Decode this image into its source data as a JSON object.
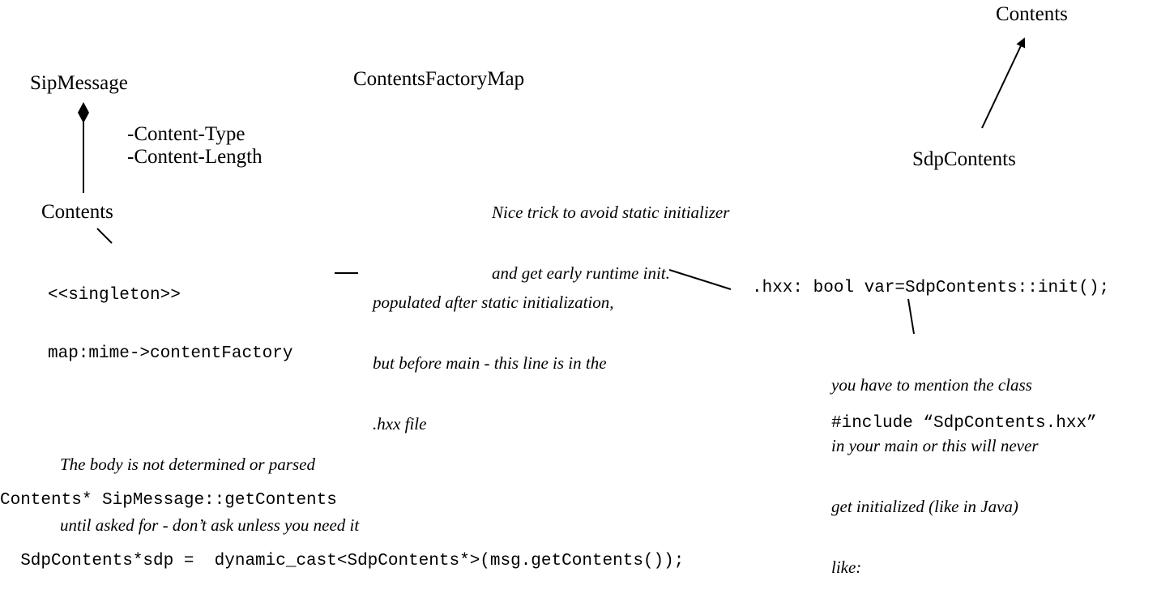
{
  "diagram": {
    "sipmessage_label": "SipMessage",
    "contents_label": "Contents",
    "contents_factory_map_label": "ContentsFactoryMap",
    "contents_top_label": "Contents",
    "sdpcontents_label": "SdpContents",
    "content_type_label": "-Content-Type",
    "content_length_label": "-Content-Length",
    "singleton_line1": "<<singleton>>",
    "singleton_line2": "map:mime->contentFactory",
    "note_trick_line1": "Nice trick to avoid static initializer",
    "note_trick_line2": "and get early runtime init.",
    "note_populated_line1": "populated after static initialization,",
    "note_populated_line2": "but before main - this line is in the",
    "note_populated_line3": ".hxx file",
    "hxx_code": ".hxx: bool var=SdpContents::init();",
    "note_mention_line1": "you have to mention the class",
    "note_mention_line2": "in your main or this will never",
    "note_mention_line3": "get initialized (like in Java)",
    "note_mention_line4": "like:",
    "include_code": "#include “SdpContents.hxx”",
    "note_body_line1": "The body is not determined or parsed",
    "note_body_line2": "until asked for - don’t ask unless you need it",
    "getcontents_code": "Contents* SipMessage::getContents",
    "dynamic_cast_code": "  SdpContents*sdp =  dynamic_cast<SdpContents*>(msg.getContents());"
  }
}
